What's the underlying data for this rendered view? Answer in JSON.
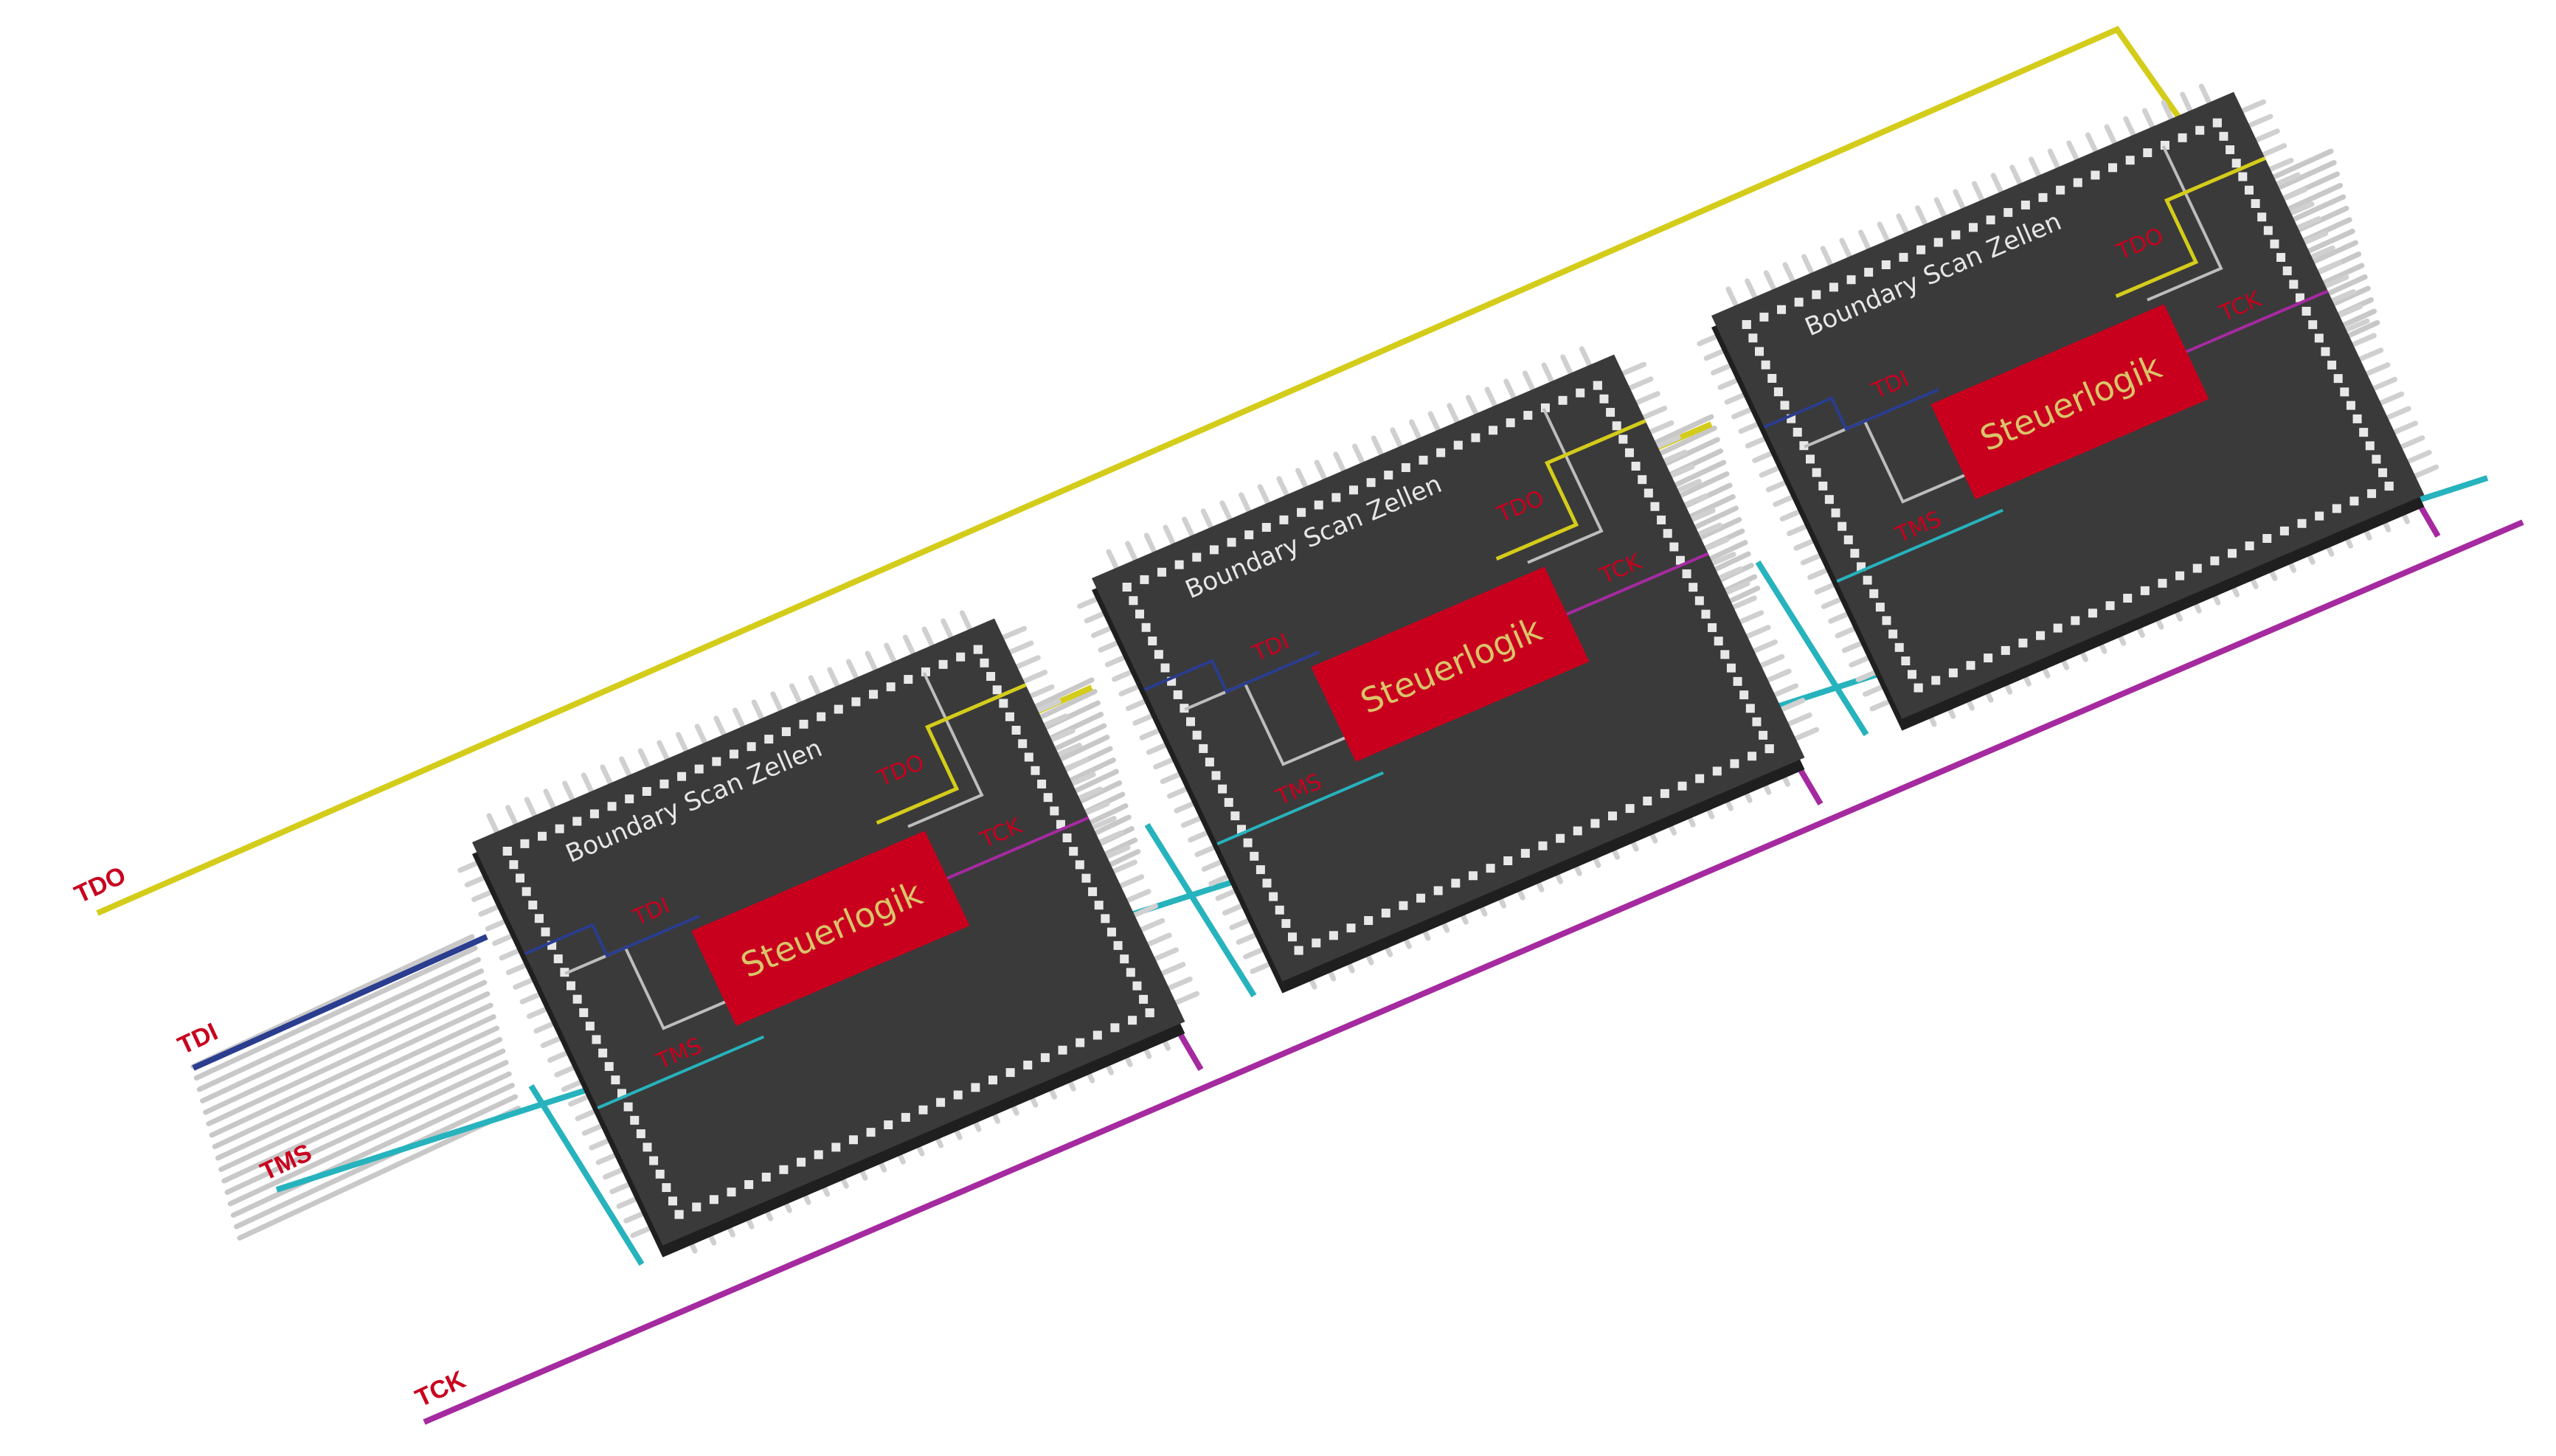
{
  "signals": {
    "tdo": {
      "label": "TDO",
      "color": "#d4cc1a"
    },
    "tdi": {
      "label": "TDI",
      "color": "#2a3d8f"
    },
    "tms": {
      "label": "TMS",
      "color": "#27b3bd"
    },
    "tck": {
      "label": "TCK",
      "color": "#a52aa0"
    }
  },
  "label_color": "#c8001e",
  "chips": [
    {
      "title": "Boundary Scan Zellen",
      "logic": "Steuerlogik",
      "tdi": "TDI",
      "tdo": "TDO",
      "tms": "TMS",
      "tck": "TCK"
    },
    {
      "title": "Boundary Scan Zellen",
      "logic": "Steuerlogik",
      "tdi": "TDI",
      "tdo": "TDO",
      "tms": "TMS",
      "tck": "TCK"
    },
    {
      "title": "Boundary Scan Zellen",
      "logic": "Steuerlogik",
      "tdi": "TDI",
      "tdo": "TDO",
      "tms": "TMS",
      "tck": "TCK"
    }
  ],
  "colors": {
    "chip_body": "#3a3a3a",
    "chip_edge": "#1f1f1f",
    "logic_box": "#c8001e",
    "logic_text": "#d9c46a",
    "chip_title": "#e6e6e6",
    "pin": "#d0d0d0",
    "bus": "#c8c8c8",
    "inner_path": "#bdbdbd"
  }
}
